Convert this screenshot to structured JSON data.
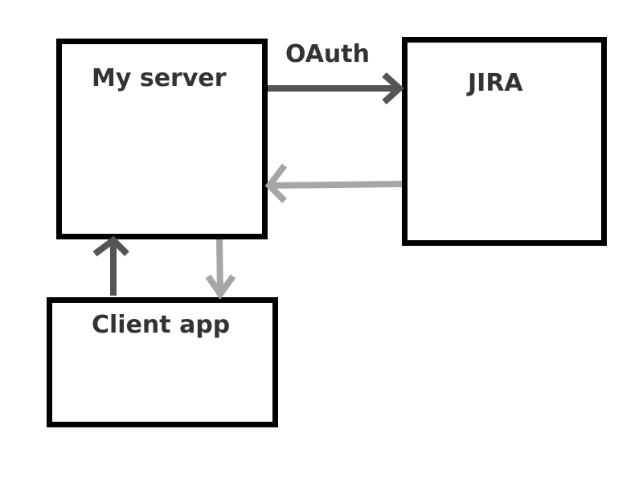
{
  "boxes": {
    "my_server": {
      "label": "My server"
    },
    "jira": {
      "label": "JIRA"
    },
    "client_app": {
      "label": "Client app"
    }
  },
  "arrows": {
    "server_to_jira": {
      "label": "OAuth"
    }
  },
  "colors": {
    "box_border": "#000000",
    "text": "#333333",
    "arrow_dark": "#555555",
    "arrow_light": "#a6a6a6"
  }
}
